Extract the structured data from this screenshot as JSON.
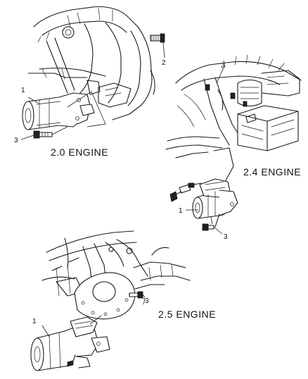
{
  "diagram": {
    "sections": [
      {
        "title": "2.0 ENGINE",
        "callouts": [
          "1",
          "2",
          "3"
        ]
      },
      {
        "title": "2.4 ENGINE",
        "callouts": [
          "1",
          "3",
          "3"
        ]
      },
      {
        "title": "2.5 ENGINE",
        "callouts": [
          "1",
          "3"
        ]
      }
    ]
  }
}
